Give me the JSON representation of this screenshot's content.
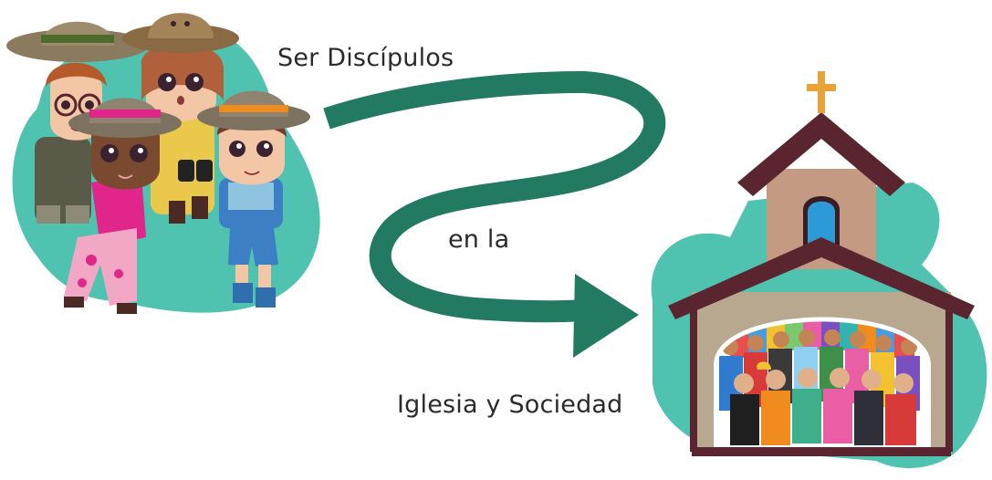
{
  "text": {
    "line1": "Ser Discípulos",
    "line2": "en la",
    "line3": "Iglesia y Sociedad"
  },
  "icons": {
    "children_group": "kids-explorers-illustration",
    "arrow": "curved-arrow-icon",
    "church": "church-illustration",
    "crowd": "crowd-of-people-illustration",
    "cross": "cross-icon"
  },
  "colors": {
    "accent_teal": "#50c2b0",
    "arrow_green": "#237a63",
    "roof_brown": "#5b2530",
    "tower_tan": "#c49a82",
    "wall_beige": "#b8a88f",
    "window_blue": "#2b9ad6",
    "cross_gold": "#e8a43a",
    "text": "#2b2b2b"
  }
}
